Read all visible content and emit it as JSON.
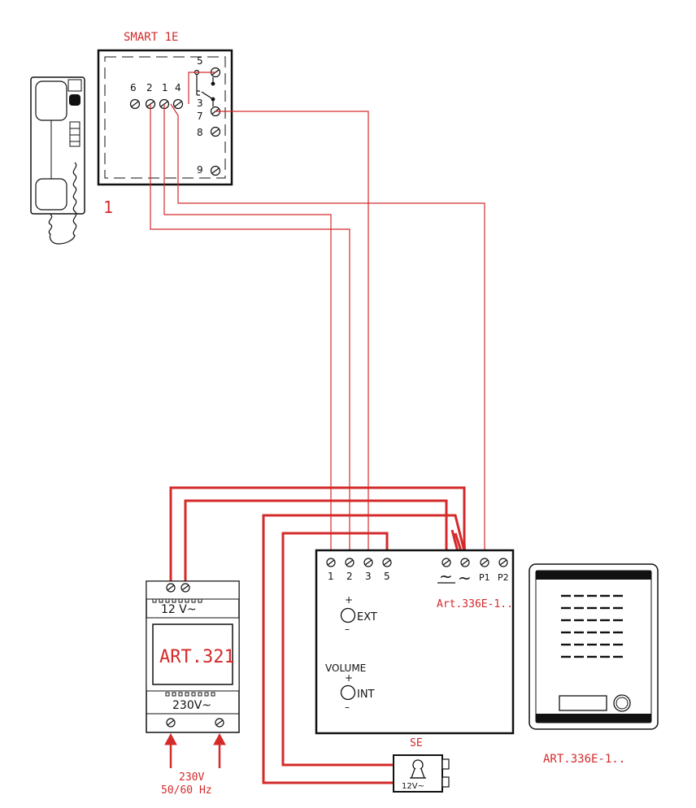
{
  "indoor_unit": {
    "model_label": "SMART 1E",
    "unit_number": "1",
    "terminals_left": [
      "6",
      "2",
      "1",
      "4"
    ],
    "terminals_right": [
      "5",
      "3",
      "7",
      "8",
      "9"
    ]
  },
  "power_supply": {
    "model_label": "ART.321",
    "output_label": "12 V~",
    "input_label": "230V~",
    "mains_label_line1": "230V",
    "mains_label_line2": "50/60 Hz"
  },
  "amplifier": {
    "model_label": "Art.336E-1..",
    "terminals": [
      "1",
      "2",
      "3",
      "5",
      "~",
      "~",
      "P1",
      "P2"
    ],
    "ext_plus": "+",
    "ext_label": "EXT",
    "ext_minus": "–",
    "volume_label": "VOLUME",
    "int_plus": "+",
    "int_label": "INT",
    "int_minus": "–"
  },
  "door_lock": {
    "label": "SE",
    "voltage_label": "12V~"
  },
  "outdoor_panel": {
    "model_label": "ART.336E-1.."
  },
  "colors": {
    "wire": "#d42a2a",
    "outline": "#111111"
  }
}
